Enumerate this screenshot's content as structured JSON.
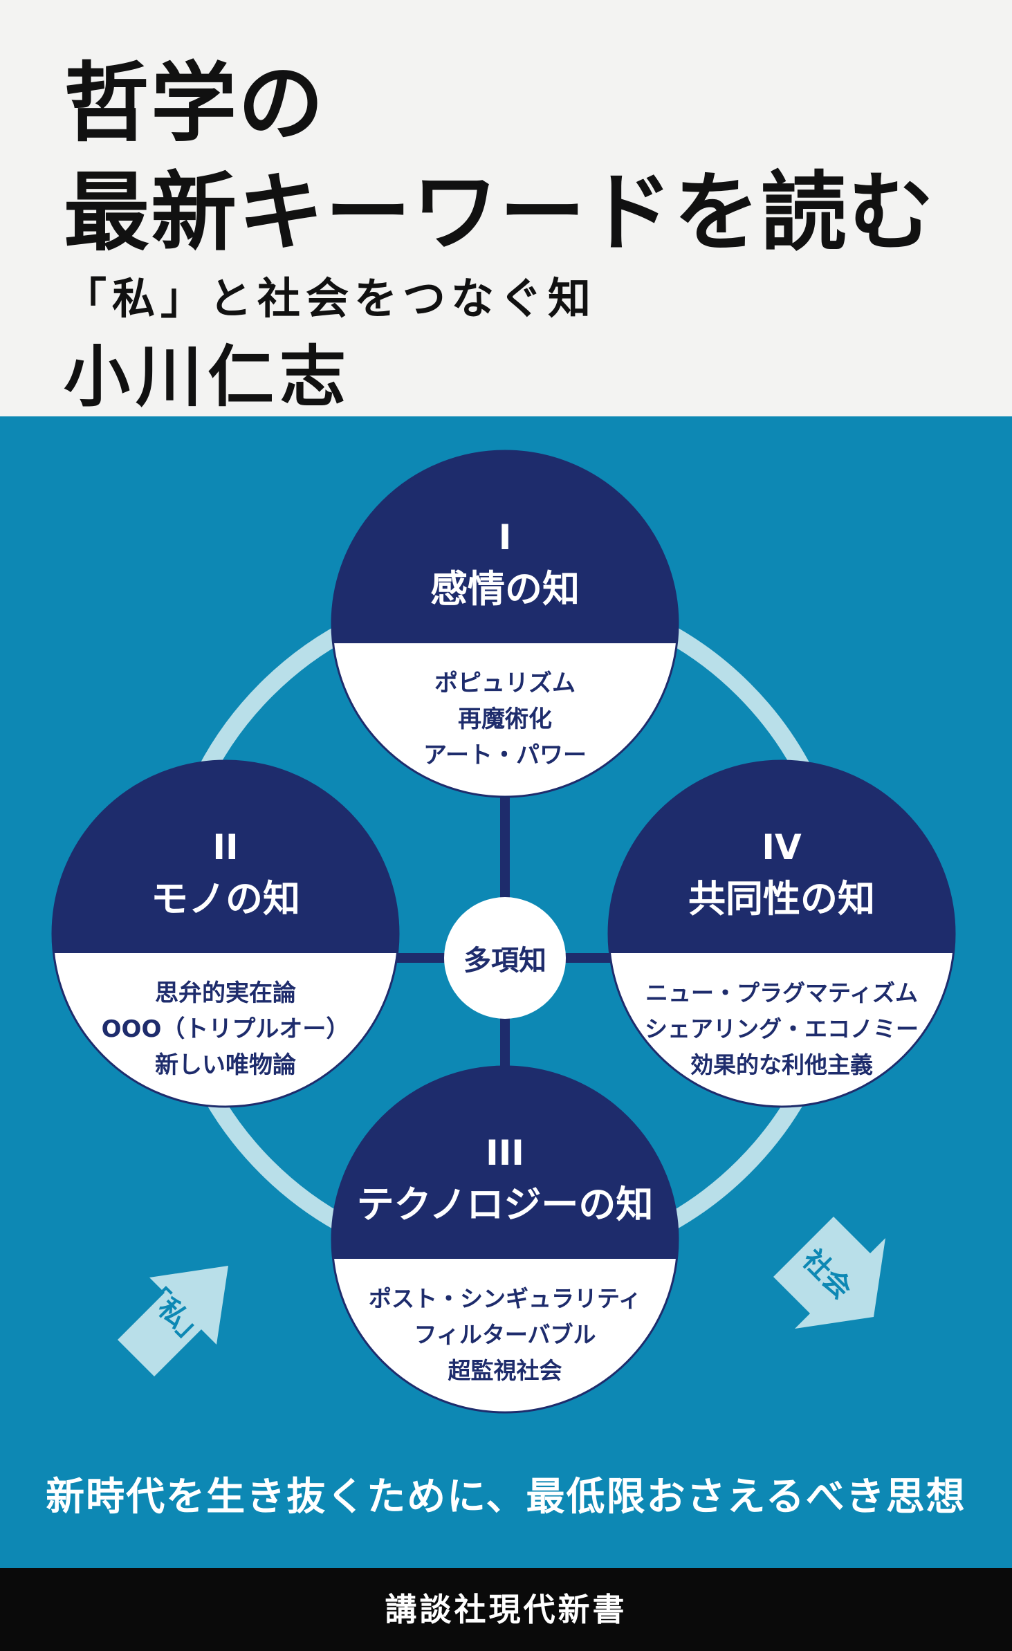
{
  "cover": {
    "title_line1": "哲学の",
    "title_line2": "最新キーワードを読む",
    "subtitle": "「私」と社会をつなぐ知",
    "author": "小川仁志",
    "tagline": "新時代を生き抜くために、最低限おさえるべき思想",
    "publisher": "講談社現代新書"
  },
  "diagram": {
    "center": "多項知",
    "arrow_left": "「私」",
    "arrow_right": "社会",
    "circles": [
      {
        "numeral": "I",
        "title": "感情の知",
        "items": [
          "ポピュリズム",
          "再魔術化",
          "アート・パワー"
        ]
      },
      {
        "numeral": "II",
        "title": "モノの知",
        "items": [
          "思弁的実在論",
          "OOO（トリプルオー）",
          "新しい唯物論"
        ]
      },
      {
        "numeral": "III",
        "title": "テクノロジーの知",
        "items": [
          "ポスト・シンギュラリティ",
          "フィルターバブル",
          "超監視社会"
        ]
      },
      {
        "numeral": "IV",
        "title": "共同性の知",
        "items": [
          "ニュー・プラグマティズム",
          "シェアリング・エコノミー",
          "効果的な利他主義"
        ]
      }
    ]
  },
  "colors": {
    "background_top": "#f3f3f2",
    "background_main": "#0d88b4",
    "navy": "#1e2c6c",
    "ring": "#b9dfe9",
    "footer": "#0a0a0a"
  }
}
